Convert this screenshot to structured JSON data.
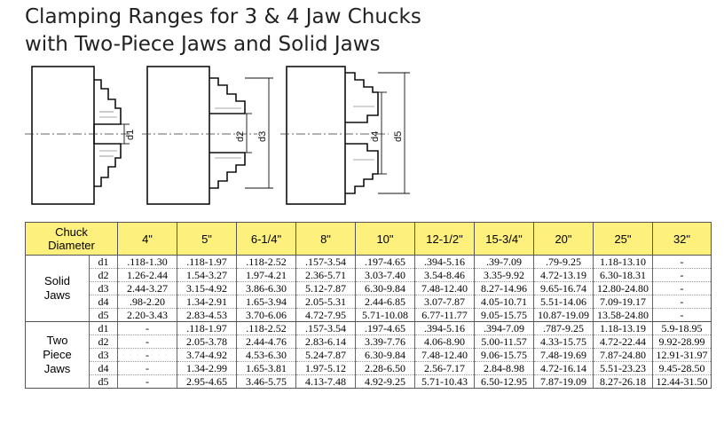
{
  "title_line1": "Clamping Ranges for 3 & 4 Jaw Chucks",
  "title_line2": "with Two-Piece Jaws and Solid Jaws",
  "diagram_labels": [
    "d1",
    "d2",
    "d3",
    "d4",
    "d5"
  ],
  "table": {
    "header_label_line1": "Chuck",
    "header_label_line2": "Diameter",
    "columns": [
      "4\"",
      "5\"",
      "6-1/4\"",
      "8\"",
      "10\"",
      "12-1/2\"",
      "15-3/4\"",
      "20\"",
      "25\"",
      "32\""
    ],
    "groups": [
      {
        "label_lines": [
          "Solid",
          "Jaws"
        ],
        "rows": [
          {
            "d": "d1",
            "values": [
              ".118-1.30",
              ".118-1.97",
              ".118-2.52",
              ".157-3.54",
              ".197-4.65",
              ".394-5.16",
              ".39-7.09",
              ".79-9.25",
              "1.18-13.10",
              "-"
            ]
          },
          {
            "d": "d2",
            "values": [
              "1.26-2.44",
              "1.54-3.27",
              "1.97-4.21",
              "2.36-5.71",
              "3.03-7.40",
              "3.54-8.46",
              "3.35-9.92",
              "4.72-13.19",
              "6.30-18.31",
              "-"
            ]
          },
          {
            "d": "d3",
            "values": [
              "2.44-3.27",
              "3.15-4.92",
              "3.86-6.30",
              "5.12-7.87",
              "6.30-9.84",
              "7.48-12.40",
              "8.27-14.96",
              "9.65-16.74",
              "12.80-24.80",
              "-"
            ]
          },
          {
            "d": "d4",
            "values": [
              ".98-2.20",
              "1.34-2.91",
              "1.65-3.94",
              "2.05-5.31",
              "2.44-6.85",
              "3.07-7.87",
              "4.05-10.71",
              "5.51-14.06",
              "7.09-19.17",
              "-"
            ]
          },
          {
            "d": "d5",
            "values": [
              "2.20-3.43",
              "2.83-4.53",
              "3.70-6.06",
              "4.72-7.95",
              "5.71-10.08",
              "6.77-11.77",
              "9.05-15.75",
              "10.87-19.09",
              "13.58-24.80",
              "-"
            ]
          }
        ]
      },
      {
        "label_lines": [
          "Two",
          "Piece",
          "Jaws"
        ],
        "rows": [
          {
            "d": "d1",
            "values": [
              "-",
              ".118-1.97",
              ".118-2.52",
              ".157-3.54",
              ".197-4.65",
              ".394-5.16",
              ".394-7.09",
              ".787-9.25",
              "1.18-13.19",
              "5.9-18.95"
            ]
          },
          {
            "d": "d2",
            "values": [
              "-",
              "2.05-3.78",
              "2.44-4.76",
              "2.83-6.14",
              "3.39-7.76",
              "4.06-8.90",
              "5.00-11.57",
              "4.33-15.75",
              "4.72-22.44",
              "9.92-28.99"
            ]
          },
          {
            "d": "d3",
            "values": [
              "-",
              "3.74-4.92",
              "4.53-6.30",
              "5.24-7.87",
              "6.30-9.84",
              "7.48-12.40",
              "9.06-15.75",
              "7.48-19.69",
              "7.87-24.80",
              "12.91-31.97"
            ]
          },
          {
            "d": "d4",
            "values": [
              "-",
              "1.34-2.99",
              "1.65-3.81",
              "1.97-5.12",
              "2.28-6.50",
              "2.56-7.17",
              "2.84-8.98",
              "4.72-16.14",
              "5.51-23.23",
              "9.45-28.50"
            ]
          },
          {
            "d": "d5",
            "values": [
              "-",
              "2.95-4.65",
              "3.46-5.75",
              "4.13-7.48",
              "4.92-9.25",
              "5.71-10.43",
              "6.50-12.95",
              "7.87-19.09",
              "8.27-26.18",
              "12.44-31.50"
            ]
          }
        ]
      }
    ]
  }
}
